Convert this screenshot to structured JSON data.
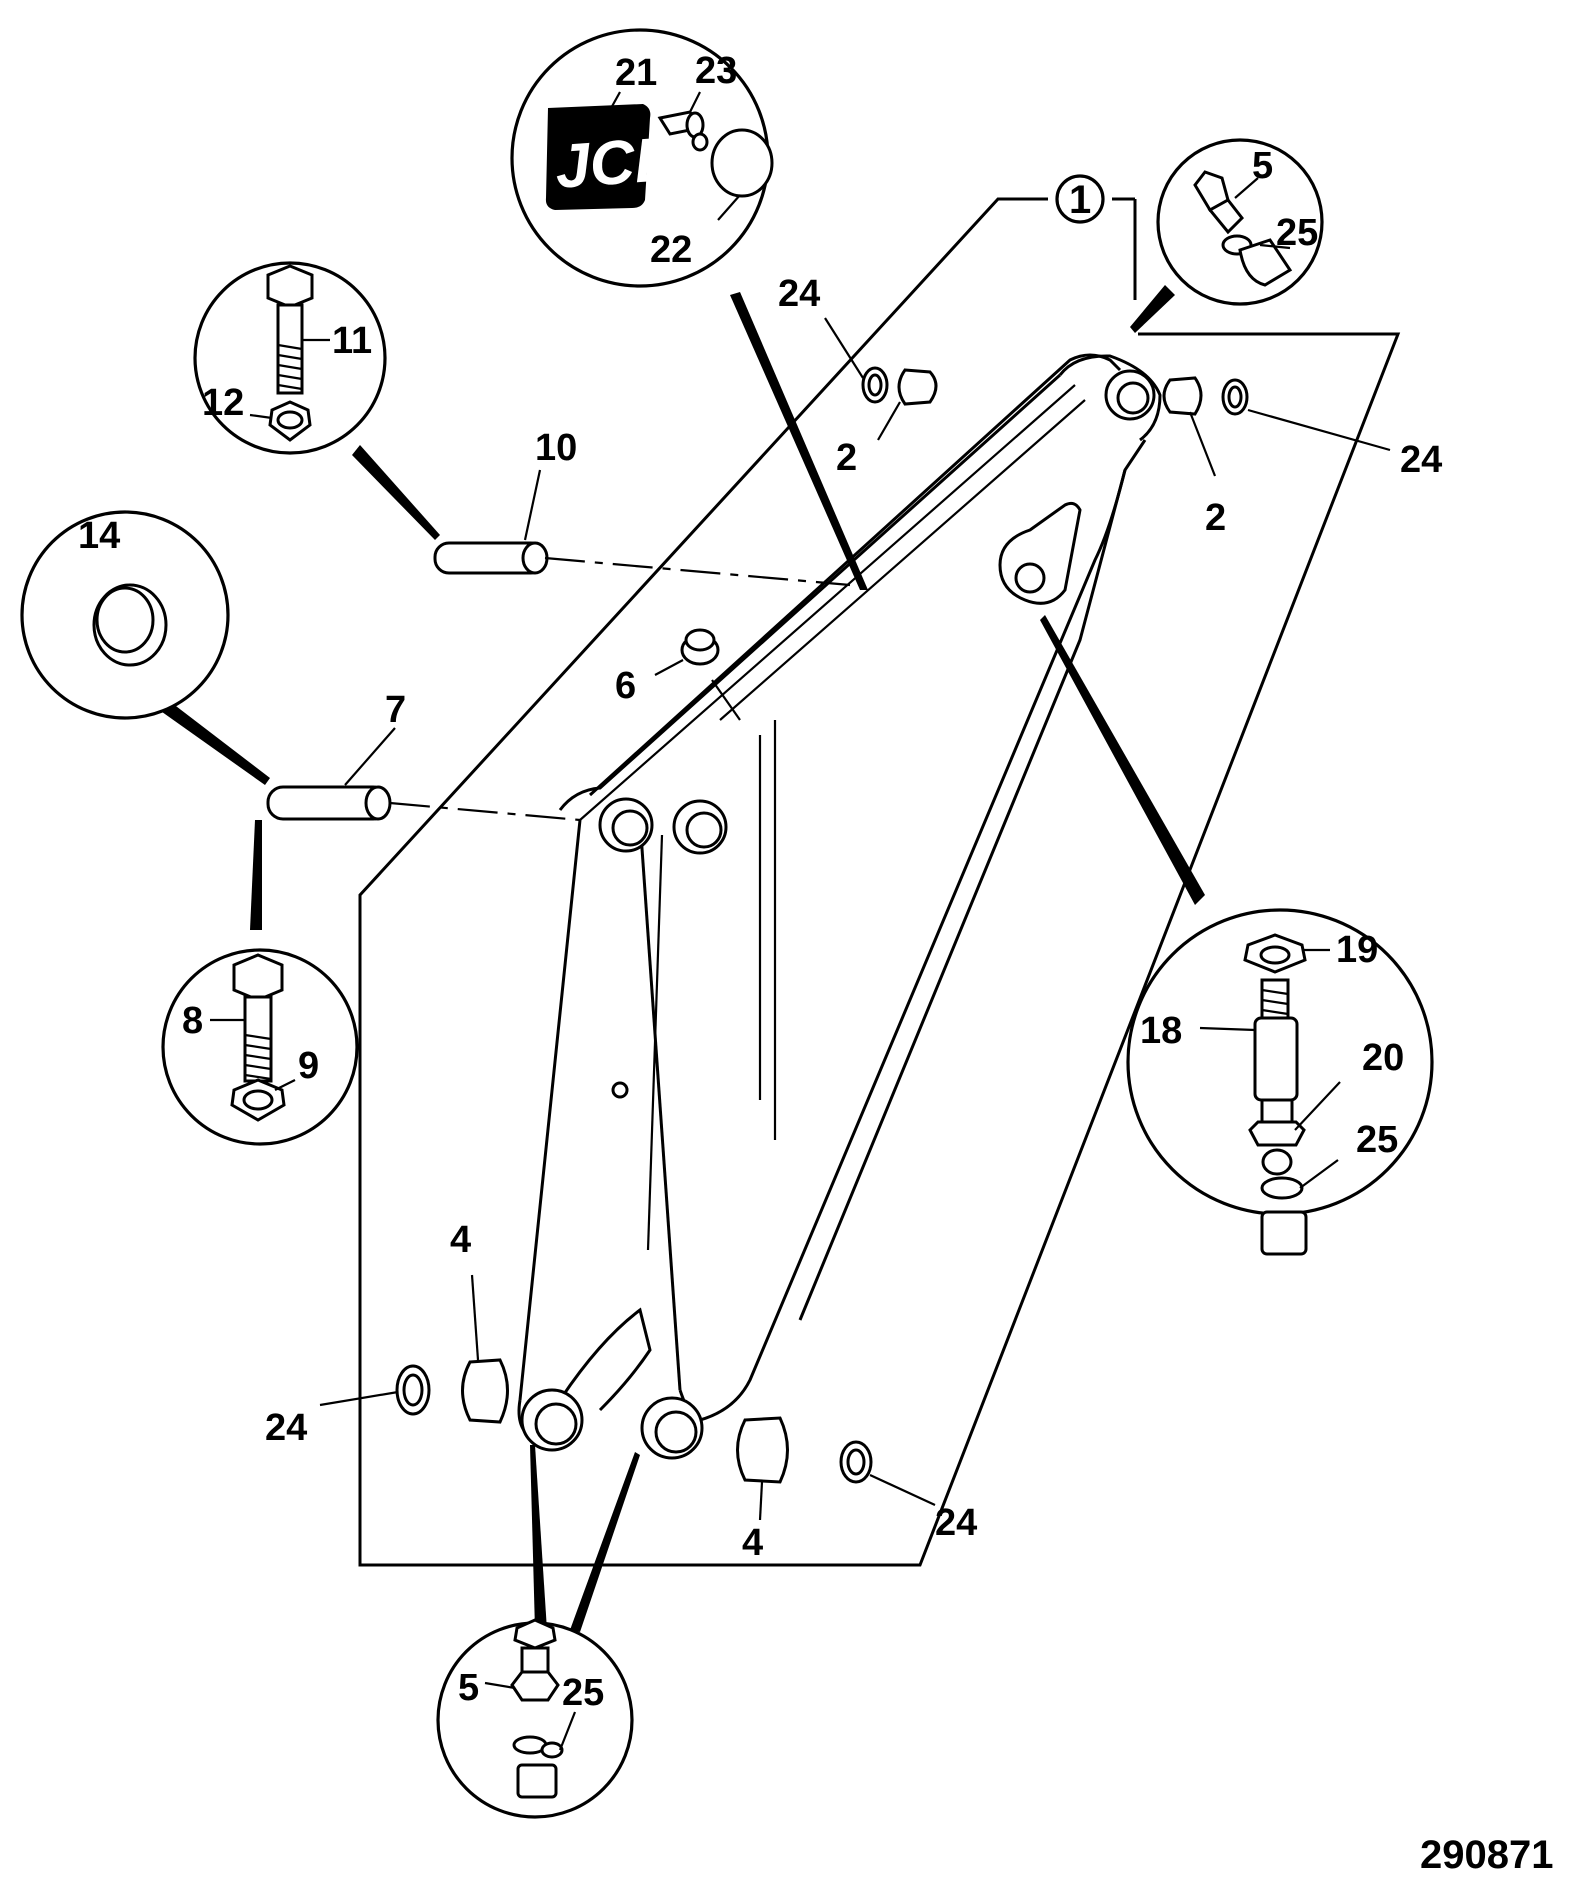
{
  "drawing_number": "290871",
  "logo_text": "JCB",
  "labels": {
    "l1": "1",
    "l2a": "2",
    "l2b": "2",
    "l4a": "4",
    "l4b": "4",
    "l5a": "5",
    "l5b": "5",
    "l6": "6",
    "l7": "7",
    "l8": "8",
    "l9": "9",
    "l10": "10",
    "l11": "11",
    "l12": "12",
    "l14": "14",
    "l18": "18",
    "l19": "19",
    "l20": "20",
    "l21": "21",
    "l22": "22",
    "l23": "23",
    "l24a": "24",
    "l24b": "24",
    "l24c": "24",
    "l24d": "24",
    "l25a": "25",
    "l25b": "25",
    "l25c": "25"
  }
}
